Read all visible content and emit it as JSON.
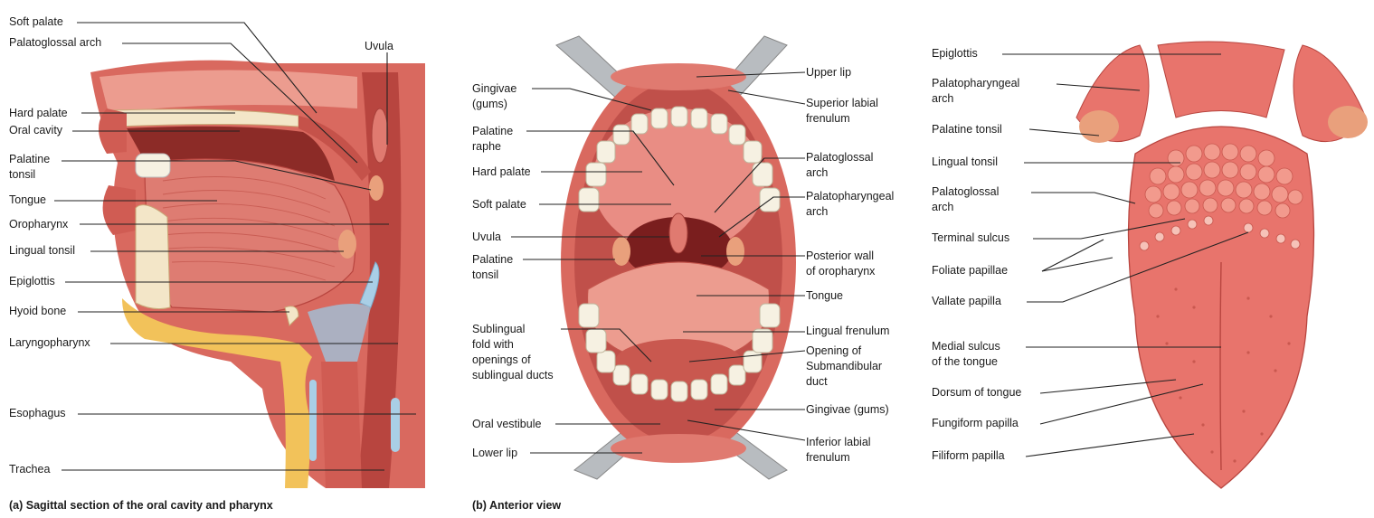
{
  "panel_a": {
    "caption": "(a) Sagittal section of the oral cavity and pharynx",
    "labels": {
      "soft_palate": "Soft palate",
      "palatoglossal_arch": "Palatoglossal arch",
      "uvula": "Uvula",
      "hard_palate": "Hard palate",
      "oral_cavity": "Oral cavity",
      "palatine_tonsil_1": "Palatine",
      "palatine_tonsil_2": "tonsil",
      "tongue": "Tongue",
      "oropharynx": "Oropharynx",
      "lingual_tonsil": "Lingual tonsil",
      "epiglottis": "Epiglottis",
      "hyoid_bone": "Hyoid bone",
      "laryngopharynx": "Laryngopharynx",
      "esophagus": "Esophagus",
      "trachea": "Trachea"
    }
  },
  "panel_b": {
    "caption": "(b) Anterior view",
    "labels": {
      "gingivae_1": "Gingivae",
      "gingivae_2": "(gums)",
      "palatine_raphe_1": "Palatine",
      "palatine_raphe_2": "raphe",
      "hard_palate": "Hard palate",
      "soft_palate": "Soft palate",
      "uvula": "Uvula",
      "palatine_tonsil_1": "Palatine",
      "palatine_tonsil_2": "tonsil",
      "sublingual_1": "Sublingual",
      "sublingual_2": "fold with",
      "sublingual_3": "openings of",
      "sublingual_4": "sublingual ducts",
      "oral_vestibule": "Oral vestibule",
      "lower_lip": "Lower lip",
      "upper_lip": "Upper lip",
      "superior_frenulum_1": "Superior labial",
      "superior_frenulum_2": "frenulum",
      "palatoglossal_1": "Palatoglossal",
      "palatoglossal_2": "arch",
      "palatopharyngeal_1": "Palatopharyngeal",
      "palatopharyngeal_2": "arch",
      "posterior_wall_1": "Posterior wall",
      "posterior_wall_2": "of oropharynx",
      "tongue": "Tongue",
      "lingual_frenulum": "Lingual frenulum",
      "opening_1": "Opening of",
      "opening_2": "Submandibular",
      "opening_3": "duct",
      "gingivae_gums": "Gingivae (gums)",
      "inferior_frenulum_1": "Inferior labial",
      "inferior_frenulum_2": "frenulum"
    }
  },
  "panel_c": {
    "labels": {
      "epiglottis": "Epiglottis",
      "palatopharyngeal_1": "Palatopharyngeal",
      "palatopharyngeal_2": "arch",
      "palatine_tonsil": "Palatine tonsil",
      "lingual_tonsil": "Lingual tonsil",
      "palatoglossal_1": "Palatoglossal",
      "palatoglossal_2": "arch",
      "terminal_sulcus": "Terminal sulcus",
      "foliate": "Foliate papillae",
      "vallate": "Vallate papilla",
      "medial_sulcus_1": "Medial sulcus",
      "medial_sulcus_2": "of the tongue",
      "dorsum": "Dorsum of tongue",
      "fungiform": "Fungiform papilla",
      "filiform": "Filiform papilla"
    }
  },
  "colors": {
    "flesh": "#d9695f",
    "flesh_dark": "#b8453f",
    "flesh_light": "#ec9c8f",
    "bone": "#f3e6c8",
    "fat": "#f2c25a",
    "cartilage": "#a9cfe6",
    "tooth": "#f6f1e2",
    "tongue": "#e8746c",
    "instrument": "#b8bcc0"
  }
}
